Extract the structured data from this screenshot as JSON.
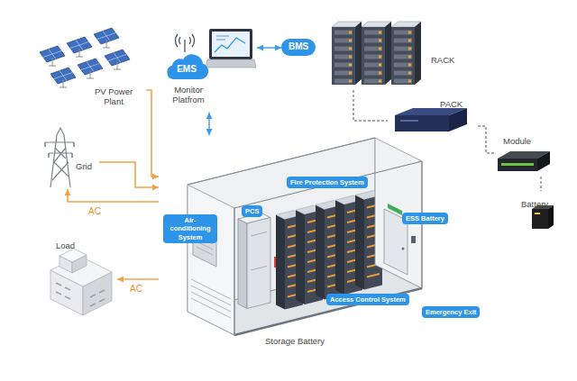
{
  "diagram": {
    "nodes": [
      {
        "text": [
          "PV Power Plant"
        ]
      },
      {
        "text": [
          "Monitor Platfrom"
        ]
      },
      {
        "text": [
          "EMS"
        ],
        "in": 1
      },
      {
        "text": [
          "BMS"
        ]
      },
      {
        "text": [
          "RACK"
        ]
      },
      {
        "text": [
          "PACK"
        ]
      },
      {
        "text": [
          "Grid"
        ]
      },
      {
        "text": [
          "Module"
        ]
      },
      {
        "text": [
          "Battery"
        ]
      },
      {
        "text": [
          "Storage Battery"
        ]
      },
      {
        "text": [
          "PCS"
        ],
        "in": 9
      },
      {
        "text": [
          "Fire Protection System"
        ],
        "in": 9
      },
      {
        "text": [
          "Air-conditioning System"
        ],
        "in": 9
      },
      {
        "text": [
          "ESS Battery"
        ],
        "in": 9
      },
      {
        "text": [
          "Access Control System"
        ],
        "in": 9
      },
      {
        "text": [
          "Emergency Exit"
        ],
        "in": 9
      },
      {
        "text": [
          "Load"
        ]
      }
    ],
    "edges": [
      {
        "from": 0,
        "to": 9,
        "arrow": "to"
      },
      {
        "from": 6,
        "to": 9,
        "arrow": "to"
      },
      {
        "from": 9,
        "to": 6,
        "arrow": "to",
        "label": "AC"
      },
      {
        "from": 9,
        "to": 16,
        "arrow": "to",
        "label": "AC"
      },
      {
        "from": 1,
        "to": 3,
        "arrow": "both"
      },
      {
        "from": 1,
        "to": 9,
        "arrow": "both"
      },
      {
        "from": 4,
        "to": 5,
        "arrow": "none"
      },
      {
        "from": 5,
        "to": 7,
        "arrow": "none"
      },
      {
        "from": 7,
        "to": 8,
        "arrow": "none"
      }
    ]
  }
}
